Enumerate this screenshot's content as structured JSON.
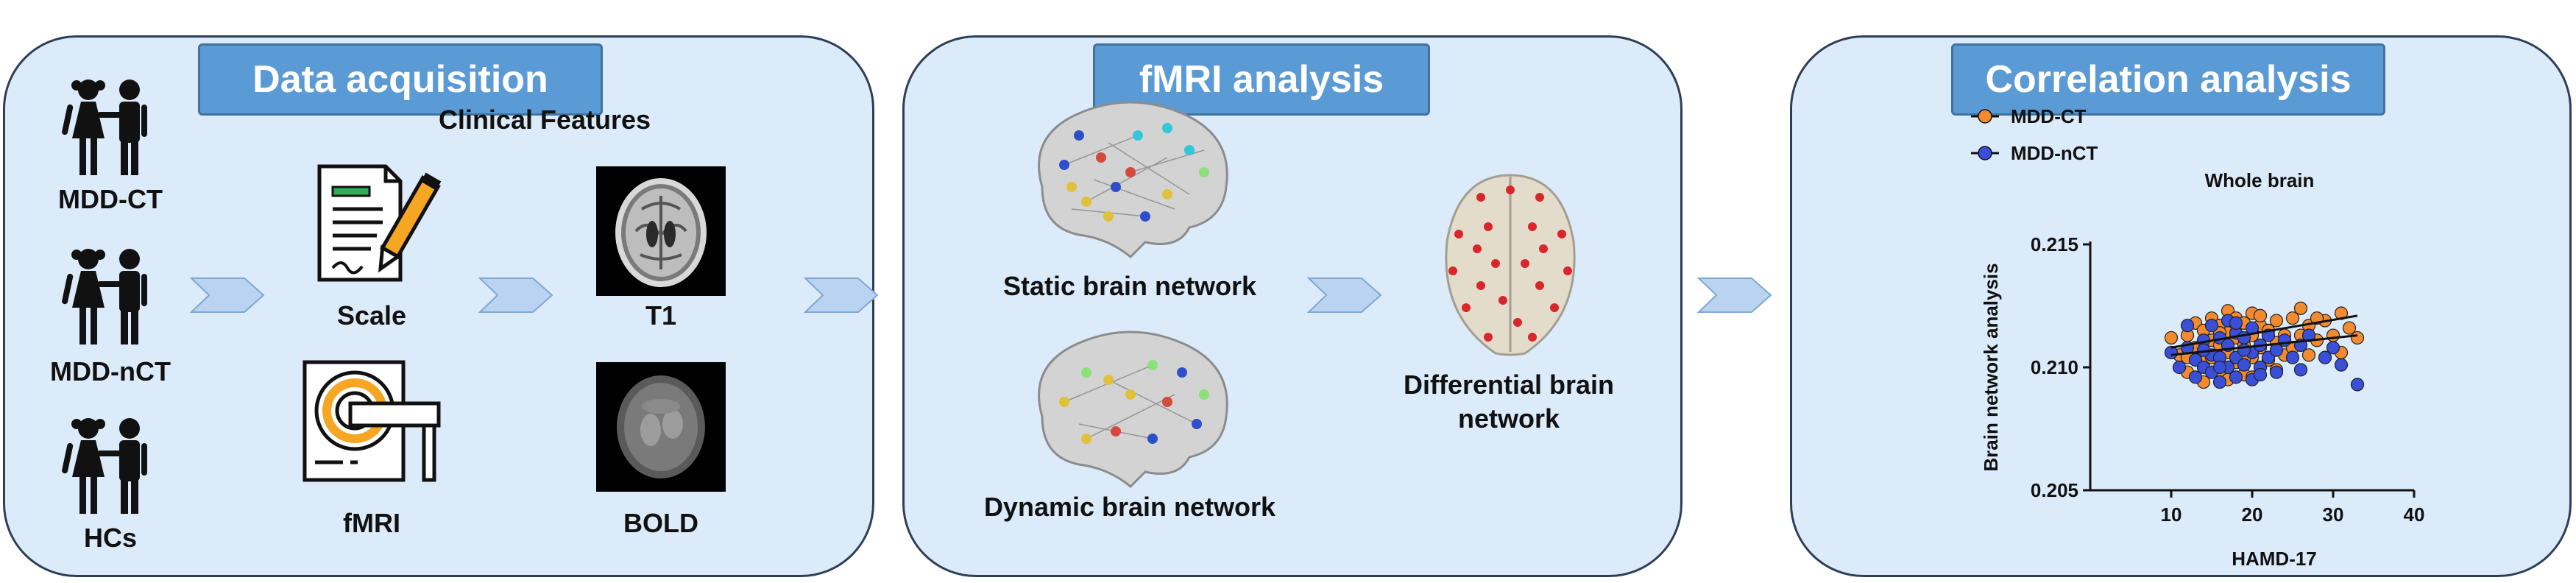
{
  "panels": {
    "acquisition": {
      "title": "Data acquisition",
      "groups": [
        "MDD-CT",
        "MDD-nCT",
        "HCs"
      ],
      "clinical_features": "Clinical Features",
      "scale": "Scale",
      "fmri": "fMRI",
      "t1": "T1",
      "bold": "BOLD"
    },
    "fmri": {
      "title": "fMRI analysis",
      "static": "Static brain network",
      "dynamic": "Dynamic brain network",
      "differential": "Differential brain network"
    },
    "correlation": {
      "title": "Correlation analysis"
    }
  },
  "chart_data": {
    "type": "scatter",
    "title": "Whole brain",
    "xlabel": "HAMD-17",
    "ylabel": "Brain network analysis",
    "xlim": [
      0,
      40
    ],
    "ylim": [
      0.205,
      0.215
    ],
    "xticks": [
      "10",
      "20",
      "30",
      "40"
    ],
    "yticks": [
      "0.205",
      "0.210",
      "0.215"
    ],
    "legend_position": "top-left",
    "series": [
      {
        "name": "MDD-CT",
        "color": "#f28a30",
        "trend": [
          [
            10,
            0.2108
          ],
          [
            33,
            0.2121
          ]
        ],
        "points": [
          [
            10,
            0.2112
          ],
          [
            11,
            0.2105
          ],
          [
            12,
            0.2098
          ],
          [
            12,
            0.2113
          ],
          [
            13,
            0.2118
          ],
          [
            13,
            0.2108
          ],
          [
            14,
            0.2115
          ],
          [
            14,
            0.2102
          ],
          [
            15,
            0.212
          ],
          [
            15,
            0.2111
          ],
          [
            15,
            0.2104
          ],
          [
            16,
            0.2117
          ],
          [
            16,
            0.2109
          ],
          [
            16,
            0.2098
          ],
          [
            17,
            0.2123
          ],
          [
            17,
            0.2114
          ],
          [
            17,
            0.2106
          ],
          [
            18,
            0.212
          ],
          [
            18,
            0.2112
          ],
          [
            18,
            0.2102
          ],
          [
            19,
            0.2118
          ],
          [
            19,
            0.2109
          ],
          [
            19,
            0.2097
          ],
          [
            20,
            0.2122
          ],
          [
            20,
            0.2113
          ],
          [
            20,
            0.2104
          ],
          [
            21,
            0.2117
          ],
          [
            21,
            0.2108
          ],
          [
            22,
            0.2115
          ],
          [
            22,
            0.2103
          ],
          [
            23,
            0.2119
          ],
          [
            23,
            0.211
          ],
          [
            24,
            0.2113
          ],
          [
            24,
            0.2105
          ],
          [
            25,
            0.212
          ],
          [
            25,
            0.2108
          ],
          [
            26,
            0.2124
          ],
          [
            26,
            0.2113
          ],
          [
            27,
            0.2117
          ],
          [
            27,
            0.2105
          ],
          [
            28,
            0.2111
          ],
          [
            29,
            0.2119
          ],
          [
            30,
            0.2113
          ],
          [
            31,
            0.2122
          ],
          [
            31,
            0.2106
          ],
          [
            32,
            0.2116
          ],
          [
            33,
            0.2112
          ],
          [
            14,
            0.2094
          ],
          [
            19,
            0.2103
          ],
          [
            21,
            0.2121
          ],
          [
            17,
            0.2095
          ],
          [
            23,
            0.2099
          ],
          [
            28,
            0.212
          ],
          [
            12,
            0.2104
          ],
          [
            16,
            0.2114
          ],
          [
            20,
            0.2096
          ]
        ]
      },
      {
        "name": "MDD-nCT",
        "color": "#3a4fd8",
        "trend": [
          [
            10,
            0.2105
          ],
          [
            33,
            0.2113
          ]
        ],
        "points": [
          [
            10,
            0.2106
          ],
          [
            11,
            0.21
          ],
          [
            12,
            0.2117
          ],
          [
            12,
            0.2108
          ],
          [
            13,
            0.2103
          ],
          [
            13,
            0.2096
          ],
          [
            14,
            0.2111
          ],
          [
            14,
            0.21
          ],
          [
            15,
            0.2117
          ],
          [
            15,
            0.2105
          ],
          [
            15,
            0.2098
          ],
          [
            16,
            0.2112
          ],
          [
            16,
            0.2104
          ],
          [
            16,
            0.2094
          ],
          [
            17,
            0.2119
          ],
          [
            17,
            0.2109
          ],
          [
            17,
            0.21
          ],
          [
            18,
            0.2114
          ],
          [
            18,
            0.2104
          ],
          [
            18,
            0.2096
          ],
          [
            19,
            0.2112
          ],
          [
            19,
            0.2101
          ],
          [
            20,
            0.2116
          ],
          [
            20,
            0.2106
          ],
          [
            20,
            0.2095
          ],
          [
            21,
            0.2109
          ],
          [
            21,
            0.21
          ],
          [
            22,
            0.2113
          ],
          [
            22,
            0.2104
          ],
          [
            23,
            0.2107
          ],
          [
            23,
            0.2098
          ],
          [
            24,
            0.2111
          ],
          [
            25,
            0.2104
          ],
          [
            26,
            0.2109
          ],
          [
            26,
            0.2099
          ],
          [
            27,
            0.2113
          ],
          [
            29,
            0.2104
          ],
          [
            30,
            0.2108
          ],
          [
            31,
            0.2101
          ],
          [
            33,
            0.2093
          ],
          [
            14,
            0.2107
          ],
          [
            18,
            0.2118
          ],
          [
            21,
            0.2097
          ],
          [
            16,
            0.21
          ],
          [
            19,
            0.2107
          ]
        ]
      }
    ]
  }
}
